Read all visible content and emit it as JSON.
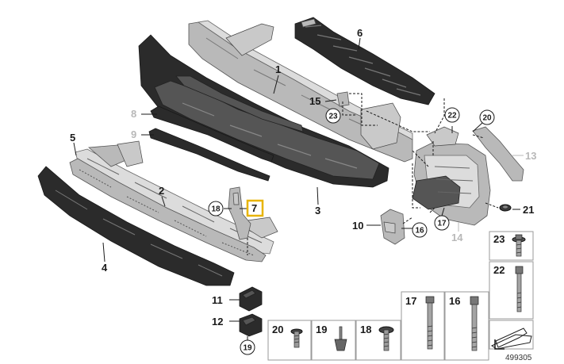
{
  "callouts": {
    "c1": "1",
    "c2": "2",
    "c3": "3",
    "c4": "4",
    "c5": "5",
    "c6": "6",
    "c7": "7",
    "c8": "8",
    "c9": "9",
    "c10": "10",
    "c11": "11",
    "c12": "12",
    "c13": "13",
    "c14": "14",
    "c15": "15",
    "c16a": "16",
    "c16b": "16",
    "c17a": "17",
    "c17b": "17",
    "c18a": "18",
    "c18b": "18",
    "c19a": "19",
    "c19b": "19",
    "c20a": "20",
    "c20b": "20",
    "c21": "21",
    "c22a": "22",
    "c22b": "22",
    "c23a": "23",
    "c23b": "23"
  },
  "highlight": {
    "label": "7",
    "color": "#e8b400"
  },
  "doc_number": "499305"
}
